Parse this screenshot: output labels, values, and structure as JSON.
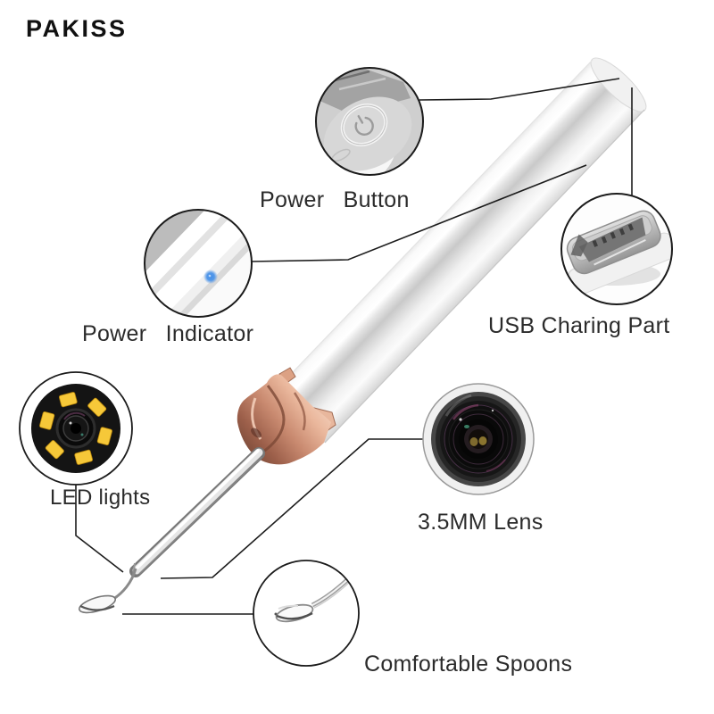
{
  "brand": "PAKISS",
  "callouts": {
    "power_button": "Power Button",
    "power_indicator": "Power Indicator",
    "usb": "USB Charing Part",
    "led": "LED lights",
    "lens": "3.5MM Lens",
    "spoons": "Comfortable Spoons"
  },
  "colors": {
    "background": "#ffffff",
    "text": "#2b2b2b",
    "leader_line": "#1c1c1c",
    "copper_accent": "#c98a70",
    "led_yellow": "#f6c839",
    "indicator_blue": "#4b93e8",
    "steel_gray": "#c9c9c9"
  }
}
